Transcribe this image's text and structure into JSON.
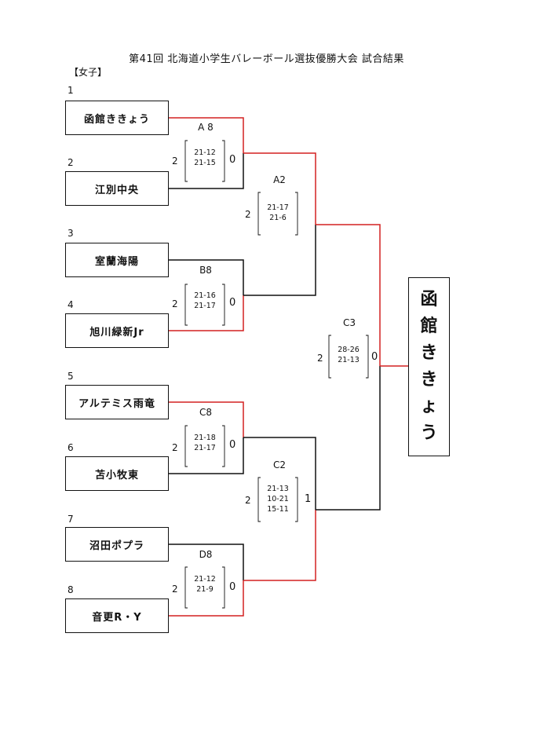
{
  "title": "第41回 北海道小学生バレーボール選抜優勝大会 試合結果",
  "category": "【女子】",
  "teams": [
    {
      "seed": "1",
      "name": "函館ききょう"
    },
    {
      "seed": "2",
      "name": "江別中央"
    },
    {
      "seed": "3",
      "name": "室蘭海陽"
    },
    {
      "seed": "4",
      "name": "旭川緑新Jr"
    },
    {
      "seed": "5",
      "name": "アルテミス雨竜"
    },
    {
      "seed": "6",
      "name": "苫小牧東"
    },
    {
      "seed": "7",
      "name": "沼田ポプラ"
    },
    {
      "seed": "8",
      "name": "音更R・Y"
    }
  ],
  "matches": {
    "A8": {
      "label": "A 8",
      "left": "2",
      "right": "0",
      "sets": [
        "21-12",
        "21-15"
      ]
    },
    "B8": {
      "label": "B8",
      "left": "2",
      "right": "0",
      "sets": [
        "21-16",
        "21-17"
      ]
    },
    "C8": {
      "label": "C8",
      "left": "2",
      "right": "0",
      "sets": [
        "21-18",
        "21-17"
      ]
    },
    "D8": {
      "label": "D8",
      "left": "2",
      "right": "0",
      "sets": [
        "21-12",
        "21-9"
      ]
    },
    "A2": {
      "label": "A2",
      "left": "2",
      "sets": [
        "21-17",
        "21-6"
      ]
    },
    "C2": {
      "label": "C2",
      "left": "2",
      "right": "1",
      "sets": [
        "21-13",
        "10-21",
        "15-11"
      ]
    },
    "C3": {
      "label": "C3",
      "left": "2",
      "right": "0",
      "sets": [
        "28-26",
        "21-13"
      ]
    }
  },
  "champion": {
    "chars": [
      "函",
      "館",
      "き",
      "き",
      "ょ",
      "う"
    ]
  },
  "colors": {
    "winner_line": "#d42020",
    "line": "#111111"
  }
}
